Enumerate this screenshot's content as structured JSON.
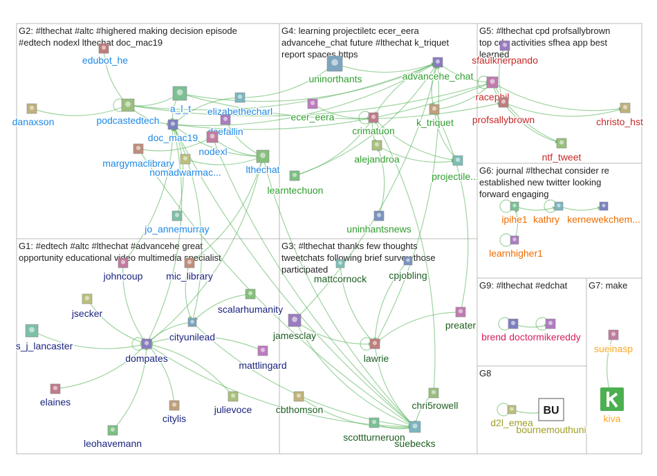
{
  "groups": [
    {
      "id": "G2",
      "title_lines": [
        "G2: #lthechat #altc #highered making decision episode",
        "#edtech nodexl lthechat doc_mac19"
      ]
    },
    {
      "id": "G4",
      "title_lines": [
        "G4: learning projectiletc ecer_eera",
        "advancehe_chat future #lthechat k_triquet",
        "report spaces https"
      ]
    },
    {
      "id": "G5",
      "title_lines": [
        "G5: #lthechat cpd profsallybrown",
        "top cdp activities sfhea app best",
        "learned"
      ]
    },
    {
      "id": "G6",
      "title_lines": [
        "G6: journal #lthechat consider re",
        "established new twitter looking",
        "forward engaging"
      ]
    },
    {
      "id": "G1",
      "title_lines": [
        "G1: #edtech #altc #lthechat #advancehe great",
        "opportunity educational video multimedia specialist"
      ]
    },
    {
      "id": "G3",
      "title_lines": [
        "G3: #lthechat thanks few thoughts",
        "tweetchats following brief survey those",
        "participated"
      ]
    },
    {
      "id": "G9",
      "title_lines": [
        "G9: #lthechat #edchat"
      ]
    },
    {
      "id": "G7",
      "title_lines": [
        "G7: make"
      ]
    },
    {
      "id": "G8",
      "title_lines": [
        "G8"
      ]
    }
  ],
  "colors": {
    "G1": "#1a237e",
    "G2": "#1e88e5",
    "G3": "#1b5e20",
    "G4": "#2e9d2e",
    "G5": "#c62828",
    "G6": "#ef6c00",
    "G7": "#f9a825",
    "G8": "#9e9d24",
    "G9": "#d81b60",
    "edge": "#4caf50"
  },
  "nodes": [
    {
      "id": "edubot_he",
      "label": "edubot_he",
      "group": "G2"
    },
    {
      "id": "danaxson",
      "label": "danaxson",
      "group": "G2"
    },
    {
      "id": "podcastedtech",
      "label": "podcastedtech",
      "group": "G2"
    },
    {
      "id": "a_l_t",
      "label": "a_l_t",
      "group": "G2"
    },
    {
      "id": "elizabethecharl",
      "label": "elizabethecharl",
      "group": "G2"
    },
    {
      "id": "doc_mac19",
      "label": "doc_mac19",
      "group": "G2"
    },
    {
      "id": "dcefallin",
      "label": "dcefallin",
      "group": "G2"
    },
    {
      "id": "nodexl",
      "label": "nodexl",
      "group": "G2"
    },
    {
      "id": "margymaclibrary",
      "label": "margymaclibrary",
      "group": "G2"
    },
    {
      "id": "nomadwarmac",
      "label": "nomadwarmac...",
      "group": "G2"
    },
    {
      "id": "lthechat",
      "label": "lthechat",
      "group": "G2"
    },
    {
      "id": "jo_annemurray",
      "label": "jo_annemurray",
      "group": "G2"
    },
    {
      "id": "uninorthants",
      "label": "uninorthants",
      "group": "G4"
    },
    {
      "id": "advancehe_chat",
      "label": "advancehe_chat",
      "group": "G4"
    },
    {
      "id": "ecer_eera",
      "label": "ecer_eera",
      "group": "G4"
    },
    {
      "id": "crimatuon",
      "label": "crimatuon",
      "group": "G4"
    },
    {
      "id": "k_triquet",
      "label": "k_triquet",
      "group": "G4"
    },
    {
      "id": "alejandroa",
      "label": "alejandroa",
      "group": "G4"
    },
    {
      "id": "learntechuon",
      "label": "learntechuon",
      "group": "G4"
    },
    {
      "id": "projectiletc",
      "label": "projectile...",
      "group": "G4"
    },
    {
      "id": "uninhantsnews",
      "label": "uninhantsnews",
      "group": "G4"
    },
    {
      "id": "sfaulknerpando",
      "label": "sfaulknerpando",
      "group": "G5"
    },
    {
      "id": "racephil",
      "label": "racephil",
      "group": "G5"
    },
    {
      "id": "profsallybrown",
      "label": "profsallybrown",
      "group": "G5"
    },
    {
      "id": "christo_hst",
      "label": "christo_hst",
      "group": "G5"
    },
    {
      "id": "ntf_tweet",
      "label": "ntf_tweet",
      "group": "G5"
    },
    {
      "id": "ipihe1",
      "label": "ipihe1",
      "group": "G6"
    },
    {
      "id": "kathryjp",
      "label": "kathry",
      "group": "G6"
    },
    {
      "id": "kernewekchem",
      "label": "kernewekchem...",
      "group": "G6"
    },
    {
      "id": "learnhigher1",
      "label": "learnhigher1",
      "group": "G6"
    },
    {
      "id": "johncoup",
      "label": "johncoup",
      "group": "G1"
    },
    {
      "id": "mic_library",
      "label": "mic_library",
      "group": "G1"
    },
    {
      "id": "jsecker",
      "label": "jsecker",
      "group": "G1"
    },
    {
      "id": "scalarhumanity",
      "label": "scalarhumanity",
      "group": "G1"
    },
    {
      "id": "s_j_lancaster",
      "label": "s_j_lancaster",
      "group": "G1"
    },
    {
      "id": "cityunilead",
      "label": "cityunilead",
      "group": "G1"
    },
    {
      "id": "dompates",
      "label": "dompates",
      "group": "G1"
    },
    {
      "id": "mattlingard",
      "label": "mattlingard",
      "group": "G1"
    },
    {
      "id": "elaines",
      "label": "elaines",
      "group": "G1"
    },
    {
      "id": "citylis",
      "label": "citylis",
      "group": "G1"
    },
    {
      "id": "julievoce",
      "label": "julievoce",
      "group": "G1"
    },
    {
      "id": "leohavemann",
      "label": "leohavemann",
      "group": "G1"
    },
    {
      "id": "mattcornock",
      "label": "mattcornock",
      "group": "G3"
    },
    {
      "id": "cpjobling",
      "label": "cpjobling",
      "group": "G3"
    },
    {
      "id": "jamesclay",
      "label": "jamesclay",
      "group": "G3"
    },
    {
      "id": "preater",
      "label": "preater",
      "group": "G3"
    },
    {
      "id": "lawrie",
      "label": "lawrie",
      "group": "G3"
    },
    {
      "id": "cbthomson",
      "label": "cbthomson",
      "group": "G3"
    },
    {
      "id": "chri5rowell",
      "label": "chri5rowell",
      "group": "G3"
    },
    {
      "id": "scottturneruon",
      "label": "scottturneruon",
      "group": "G3"
    },
    {
      "id": "suebecks",
      "label": "suebecks",
      "group": "G3"
    },
    {
      "id": "brendadoyle",
      "label": "brend",
      "group": "G9"
    },
    {
      "id": "doctormikereddy",
      "label": "doctormikereddy",
      "group": "G9"
    },
    {
      "id": "sueinasp",
      "label": "sueinasp",
      "group": "G7"
    },
    {
      "id": "kiva",
      "label": "kiva",
      "group": "G7"
    },
    {
      "id": "d2l_emea",
      "label": "d2l_emea",
      "group": "G8"
    },
    {
      "id": "bournemouthuni",
      "label": "bournemouthuni",
      "group": "G8"
    },
    {
      "id": "logo_bu",
      "label": "BU",
      "group": "G8"
    }
  ]
}
